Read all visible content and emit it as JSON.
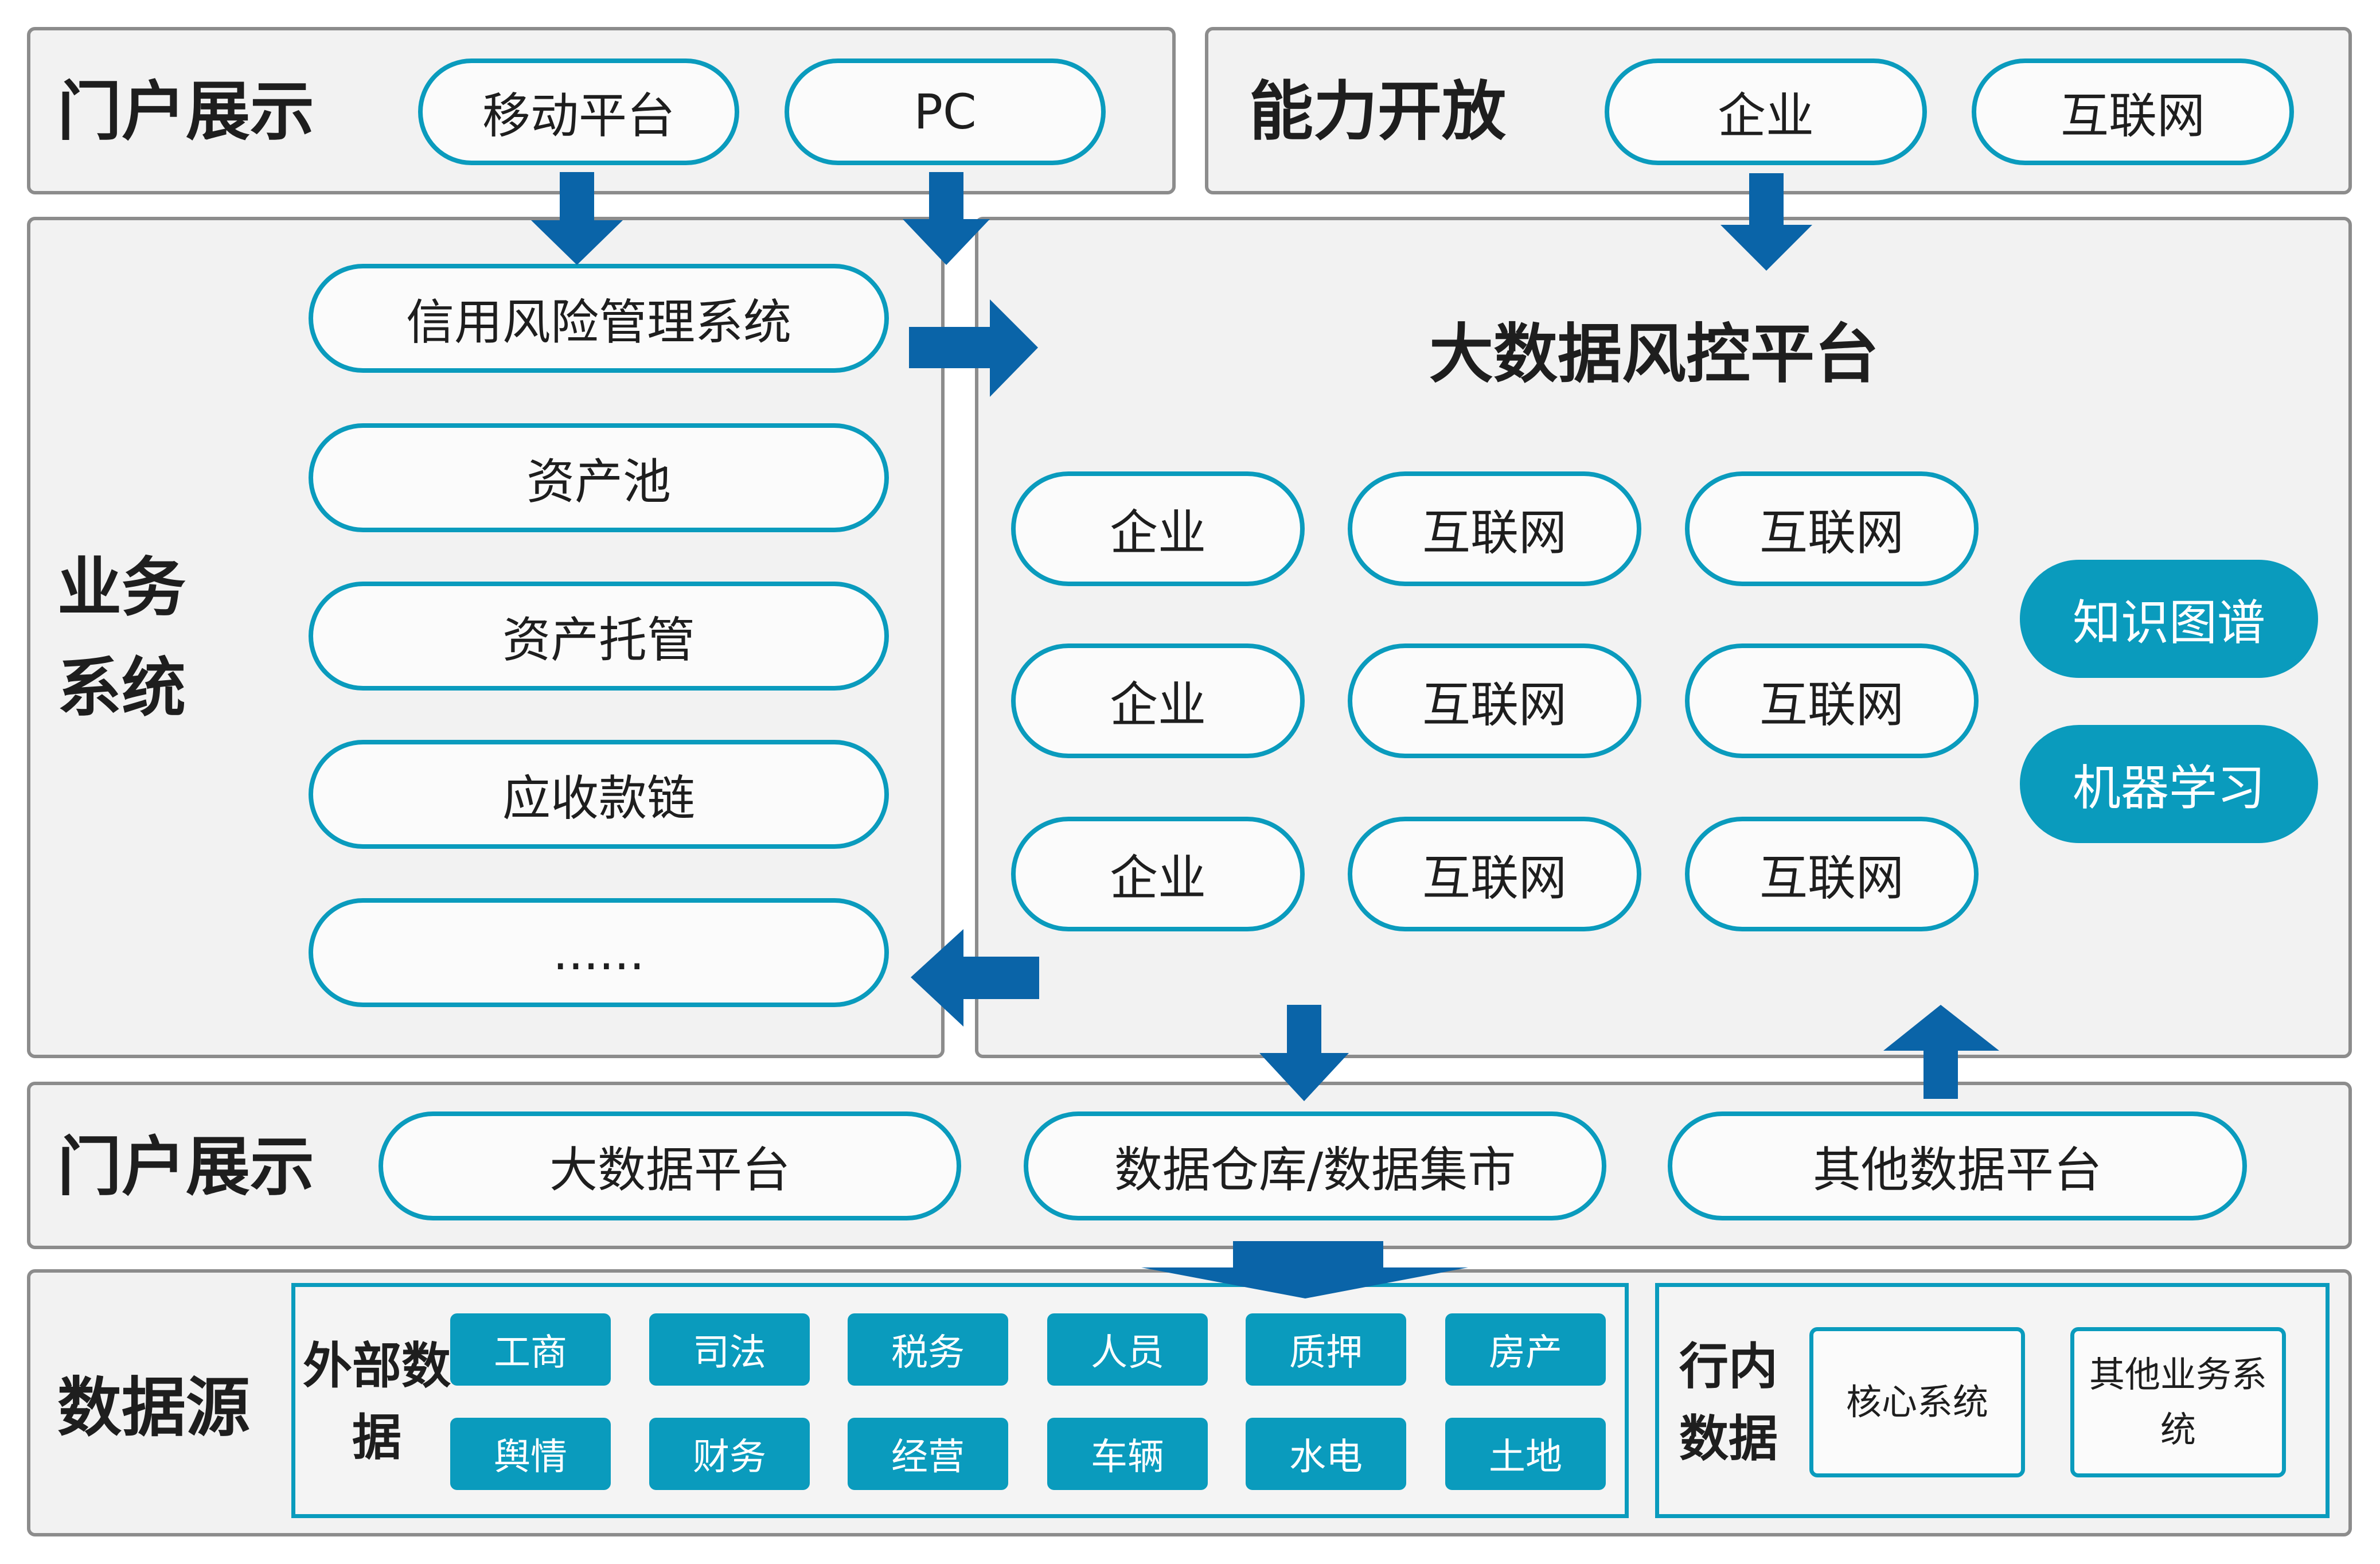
{
  "portal_top": {
    "title": "门户展示",
    "items": [
      "移动平台",
      "PC"
    ]
  },
  "capability": {
    "title": "能力开放",
    "items": [
      "企业",
      "互联网"
    ]
  },
  "business": {
    "title_line1": "业务",
    "title_line2": "系统",
    "items": [
      "信用风险管理系统",
      "资产池",
      "资产托管",
      "应收款链",
      "......"
    ]
  },
  "risk_platform": {
    "title": "大数据风控平台",
    "grid": [
      [
        "企业",
        "互联网",
        "互联网"
      ],
      [
        "企业",
        "互联网",
        "互联网"
      ],
      [
        "企业",
        "互联网",
        "互联网"
      ]
    ],
    "side_items": [
      "知识图谱",
      "机器学习"
    ]
  },
  "portal_bottom": {
    "title": "门户展示",
    "items": [
      "大数据平台",
      "数据仓库/数据集市",
      "其他数据平台"
    ]
  },
  "datasource": {
    "title": "数据源",
    "external": {
      "label": "外部数据",
      "rows": [
        [
          "工商",
          "司法",
          "税务",
          "人员",
          "质押",
          "房产"
        ],
        [
          "舆情",
          "财务",
          "经营",
          "车辆",
          "水电",
          "土地"
        ]
      ]
    },
    "internal": {
      "label_line1": "行内",
      "label_line2": "数据",
      "items": [
        "核心系统",
        "其他业务系统"
      ]
    }
  },
  "colors": {
    "accent": "#0a9bbd",
    "arrow": "#0a64a8",
    "panel_bg": "#f2f2f2",
    "panel_border": "#8c8c8c"
  }
}
